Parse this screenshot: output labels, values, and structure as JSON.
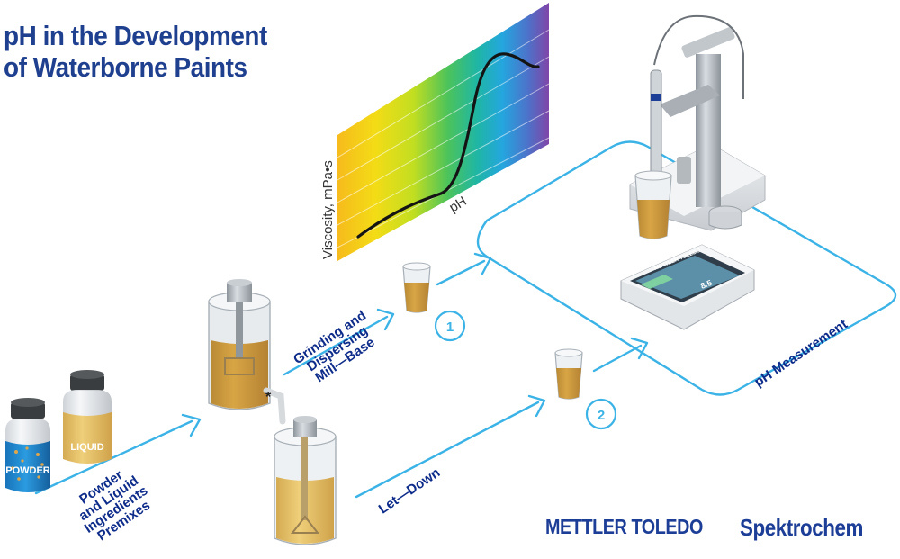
{
  "title": {
    "line1": "pH in the Development",
    "line2": "of Waterborne Paints"
  },
  "chart": {
    "ylabel": "Viscosity, mPa•s",
    "xlabel": "pH"
  },
  "steps": {
    "premix": "Powder\nand Liquid\nIngredients\nPremixes",
    "grinding": "Grinding and\nDispersing\nMill—Base",
    "letdown": "Let—Down",
    "measurement": "pH Measurement"
  },
  "containers": {
    "powder": "POWDER",
    "liquid": "LIQUID"
  },
  "markers": {
    "valve": "*",
    "sample1": "1",
    "sample2": "2"
  },
  "meter": {
    "brand": "METTLER TOLEDO",
    "reading": "8.5"
  },
  "logos": {
    "mettler": "METTLER TOLEDO",
    "spektrochem": "Spektrochem"
  },
  "colors": {
    "title": "#1f3f8f",
    "labels": "#0e2c8a",
    "flow": "#3bb3e6",
    "paint": "#d8a545",
    "powder": "#1e88d0"
  }
}
